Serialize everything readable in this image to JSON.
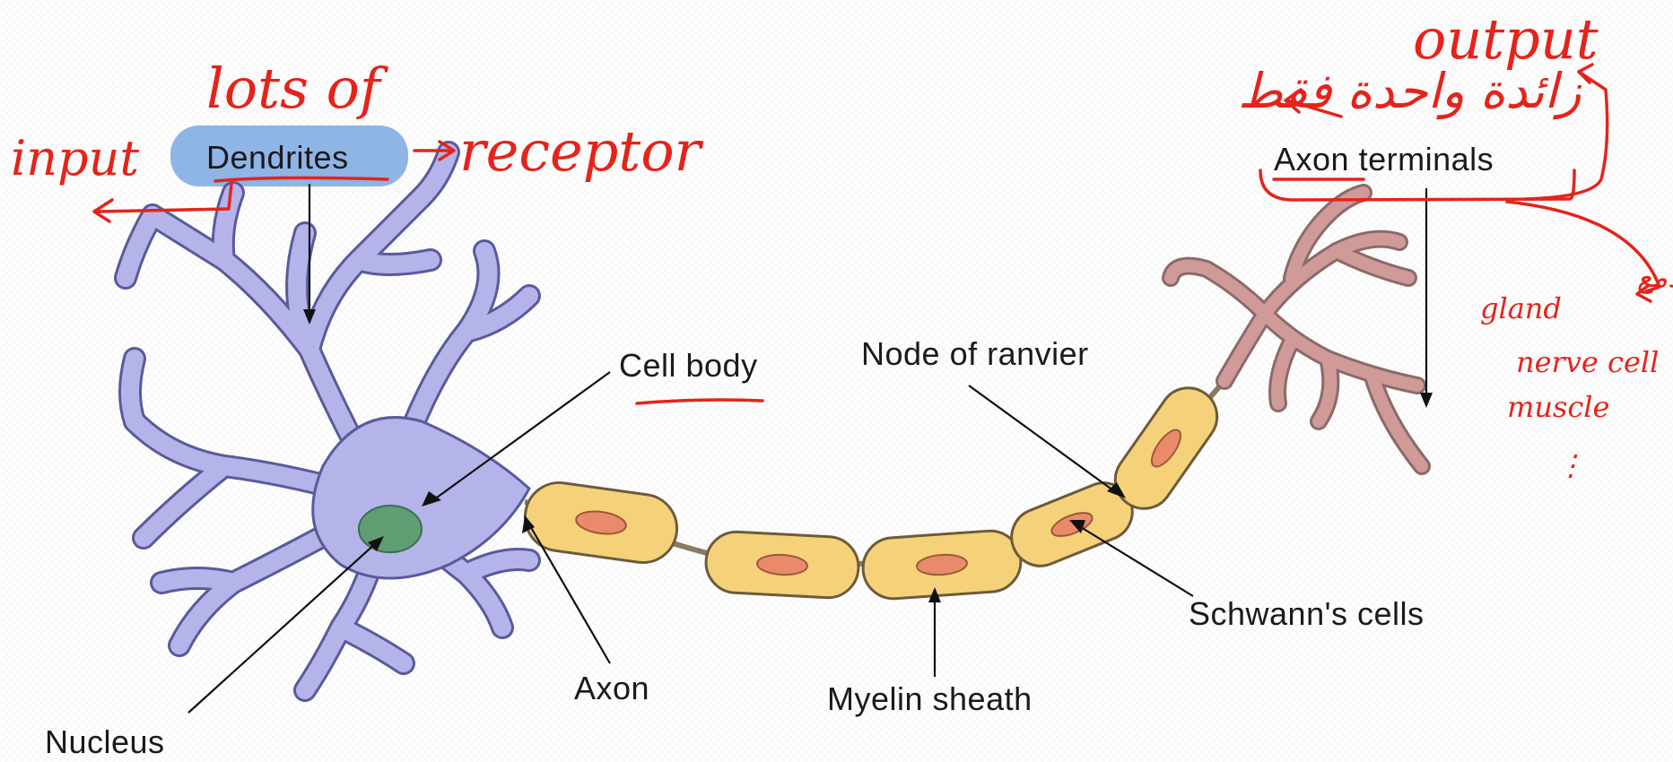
{
  "labels": {
    "dendrites": "Dendrites",
    "axon_terminals_word": "Axon",
    "axon_terminals_rest": " terminals",
    "cell_body": "Cell body",
    "node_of_ranvier": "Node of ranvier",
    "schwanns_cells": "Schwann's cells",
    "myelin_sheath": "Myelin sheath",
    "axon": "Axon",
    "nucleus": "Nucleus"
  },
  "annotations": {
    "lots_of": "lots of",
    "input": "input",
    "receptor": "receptor",
    "output": "output",
    "arabic_one_process": "زائدة واحدة فقط",
    "arabic_ends": "تتحدمع",
    "gland": "gland",
    "nerve_cell": "nerve cell",
    "muscle": "muscle",
    "ellipsis": "⋮"
  },
  "colors": {
    "cell_fill": "#b4b4ea",
    "cell_stroke": "#5a5a9a",
    "nucleus": "#5f9e72",
    "myelin_fill": "#f5d27a",
    "myelin_stroke": "#6e5a3a",
    "myelin_core": "#e98a6b",
    "terminal_fill": "#d09a98",
    "annotation_red": "#e5231b",
    "highlight_blue": "#8fb4e6"
  }
}
